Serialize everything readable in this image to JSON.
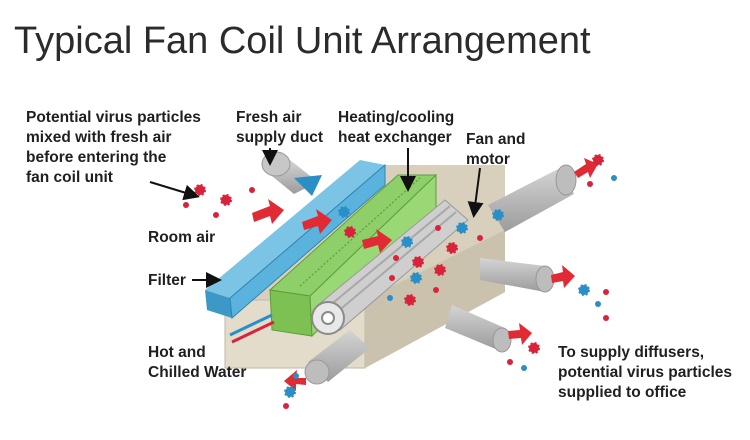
{
  "title": "Typical Fan Coil Unit Arrangement",
  "labels": {
    "virus_note": [
      "Potential virus particles",
      "mixed with fresh air",
      "before entering the",
      "fan coil unit"
    ],
    "fresh_air": [
      "Fresh air",
      "supply duct"
    ],
    "heat_exchanger": [
      "Heating/cooling",
      "heat exchanger"
    ],
    "fan_motor": [
      "Fan and",
      "motor"
    ],
    "room_air": [
      "Room air"
    ],
    "filter": [
      "Filter"
    ],
    "water": [
      "Hot and",
      "Chilled Water"
    ],
    "supply": [
      "To supply diffusers,",
      "potential virus particles",
      "supplied to office"
    ]
  },
  "colors": {
    "filter": "#5ab3dc",
    "coil": "#8fcf6a",
    "housing": "#d8d0bd",
    "duct": "#b9b9b9",
    "arrow": "#e02b35",
    "particle_red": "#d9233a",
    "particle_blue": "#2a8fc6",
    "hot_pipe": "#d9233a",
    "cold_pipe": "#2a8fc6"
  }
}
